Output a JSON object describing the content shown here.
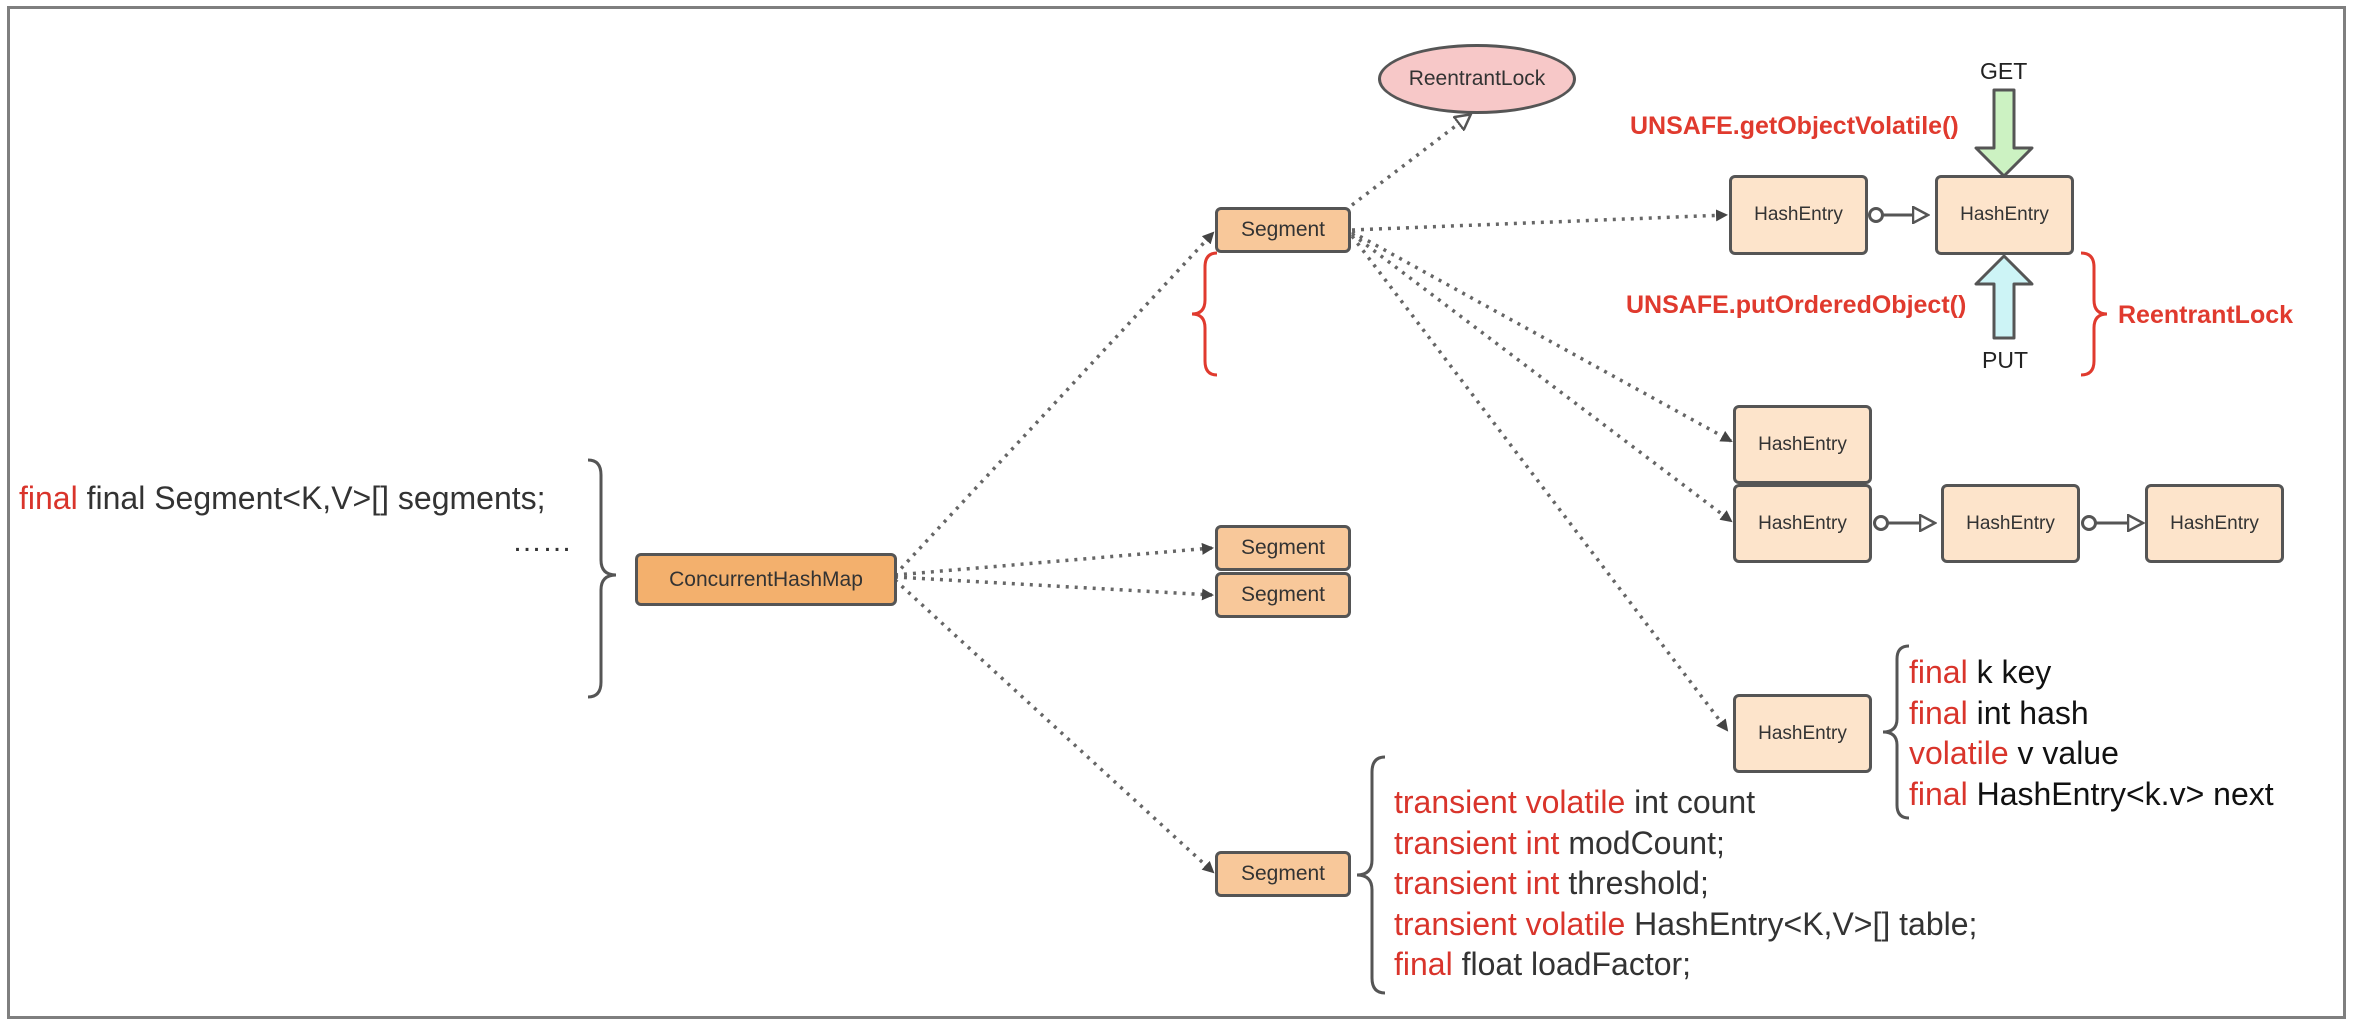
{
  "colors": {
    "segment_fill": "#f8c89a",
    "map_fill": "#f3b06d",
    "entry_fill": "#fde4cb",
    "lock_fill": "#f7c8c8",
    "keyword_red": "#d9342b",
    "get_arrow": "#ccf2c2",
    "put_arrow": "#cdf4f6",
    "edge": "#666666"
  },
  "left_code": {
    "kw": "final",
    "text": " final Segment<K,V>[] segments;",
    "ellipsis": "……"
  },
  "nodes": {
    "concurrent_hash_map": "ConcurrentHashMap",
    "segment_label": "Segment",
    "hash_entry_label": "HashEntry",
    "reentrant_lock": "ReentrantLock"
  },
  "labels": {
    "get": "GET",
    "put": "PUT",
    "get_method": "UNSAFE.getObjectVolatile()",
    "put_method": "UNSAFE.putOrderedObject()",
    "entry_lock": "ReentrantLock"
  },
  "segment_fields": [
    {
      "kw": "transient volatile",
      "rest": " int count"
    },
    {
      "kw": "transient int",
      "rest": " modCount;"
    },
    {
      "kw": "transient int",
      "rest": " threshold;"
    },
    {
      "kw": "transient volatile",
      "rest": " HashEntry<K,V>[] table;"
    },
    {
      "kw": "final",
      "rest": " float loadFactor;"
    }
  ],
  "entry_fields": [
    {
      "kw": "final",
      "rest": "  k  key"
    },
    {
      "kw": "final",
      "rest": "  int hash"
    },
    {
      "kw": "volatile",
      "rest": " v value"
    },
    {
      "kw": "final",
      "rest": " HashEntry<k.v> next"
    }
  ]
}
